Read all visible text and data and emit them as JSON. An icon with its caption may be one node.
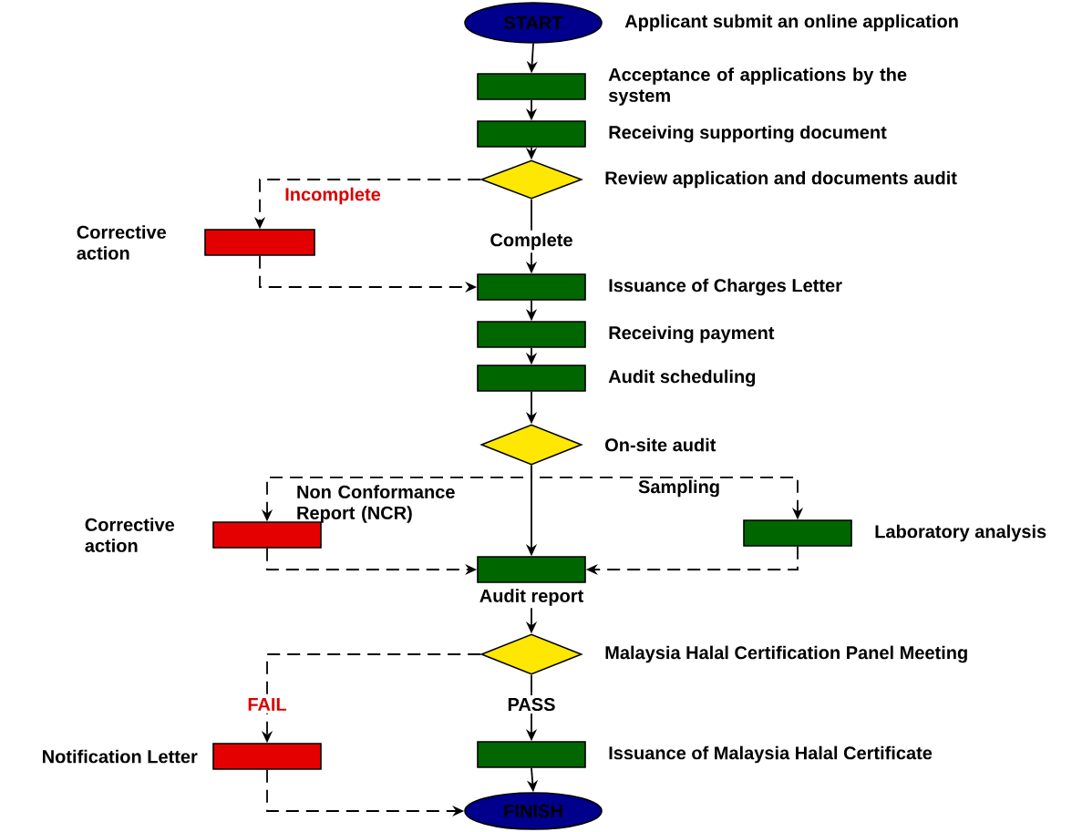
{
  "diagram": {
    "nodes": [
      {
        "text": [
          "START"
        ],
        "beside": [
          "Applicant submit an online application"
        ]
      },
      {
        "text": [],
        "shape": "box",
        "beside": [
          "Acceptance of applications by the system"
        ]
      },
      {
        "text": [],
        "shape": "box",
        "beside": [
          "Receiving supporting document"
        ]
      },
      {
        "text": [],
        "shape": "diamond",
        "beside": [
          "Review application and documents audit"
        ]
      },
      {
        "text": [],
        "shape": "box",
        "beside": [
          "Corrective action"
        ]
      },
      {
        "text": [],
        "shape": "box",
        "beside": [
          "Issuance of Charges Letter"
        ]
      },
      {
        "text": [],
        "shape": "box",
        "beside": [
          "Receiving payment"
        ]
      },
      {
        "text": [],
        "shape": "box",
        "beside": [
          "Audit scheduling"
        ]
      },
      {
        "text": [],
        "shape": "diamond",
        "beside": [
          "On-site audit"
        ]
      },
      {
        "text": [],
        "shape": "box",
        "beside": [
          "Corrective action"
        ]
      },
      {
        "text": [],
        "shape": "box",
        "beside": [
          "Laboratory analysis"
        ]
      },
      {
        "text": [],
        "shape": "box",
        "beside": [
          "Audit report"
        ]
      },
      {
        "text": [],
        "shape": "diamond",
        "beside": [
          "Malaysia Halal Certification Panel Meeting"
        ]
      },
      {
        "text": [],
        "shape": "box",
        "beside": [
          "Notification Letter"
        ]
      },
      {
        "text": [],
        "shape": "box",
        "beside": [
          "Issuance of Malaysia Halal Certificate"
        ]
      },
      {
        "text": [
          "FINISH"
        ]
      }
    ],
    "edges": [
      {
        "from": 0,
        "to": 1,
        "arrow": "to"
      },
      {
        "from": 1,
        "to": 2,
        "arrow": "to"
      },
      {
        "from": 2,
        "to": 3,
        "arrow": "to"
      },
      {
        "from": 3,
        "to": 4,
        "arrow": "to",
        "style": "dashed",
        "label": "Incomplete"
      },
      {
        "from": 3,
        "to": 5,
        "arrow": "to",
        "label": "Complete"
      },
      {
        "from": 4,
        "to": 5,
        "arrow": "to",
        "style": "dashed"
      },
      {
        "from": 5,
        "to": 6,
        "arrow": "to"
      },
      {
        "from": 6,
        "to": 7,
        "arrow": "to"
      },
      {
        "from": 7,
        "to": 8,
        "arrow": "to"
      },
      {
        "from": 8,
        "to": 9,
        "arrow": "to",
        "style": "dashed",
        "label": "Non Conformance Report (NCR)"
      },
      {
        "from": 8,
        "to": 10,
        "arrow": "to",
        "style": "dashed",
        "label": "Sampling"
      },
      {
        "from": 8,
        "to": 11,
        "arrow": "to"
      },
      {
        "from": 9,
        "to": 11,
        "arrow": "to",
        "style": "dashed"
      },
      {
        "from": 10,
        "to": 11,
        "arrow": "to",
        "style": "dashed"
      },
      {
        "from": 11,
        "to": 12,
        "arrow": "to"
      },
      {
        "from": 12,
        "to": 13,
        "arrow": "to",
        "style": "dashed",
        "label": "FAIL"
      },
      {
        "from": 12,
        "to": 14,
        "arrow": "to",
        "label": "PASS"
      },
      {
        "from": 13,
        "to": 15,
        "arrow": "to",
        "style": "dashed"
      },
      {
        "from": 14,
        "to": 15,
        "arrow": "to"
      }
    ]
  }
}
